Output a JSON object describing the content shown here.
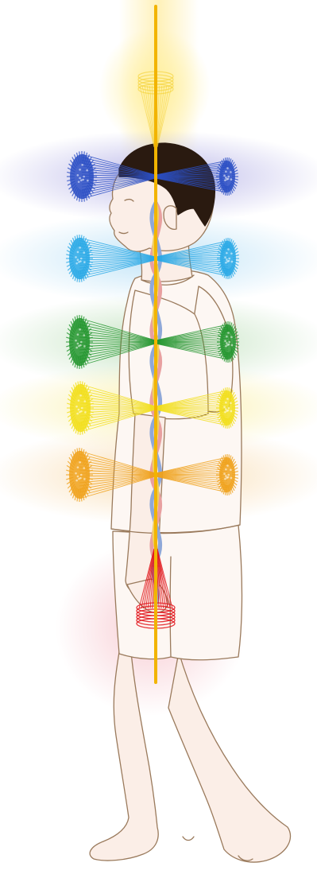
{
  "diagram": {
    "colors": {
      "background": "#ffffff",
      "outline": "#9a7a5c",
      "skin": "#fbeee7",
      "hair": "#2a1a10",
      "central_channel": "#f2b400",
      "channel_strands": [
        "#e8a0a0",
        "#8fa8d8",
        "#f0d060"
      ]
    },
    "energy_centers": [
      {
        "name": "crown",
        "color": "#f5d23a",
        "glow": "#fff3b0"
      },
      {
        "name": "third-eye",
        "color": "#2b4fc4",
        "glow": "#c9c6ec"
      },
      {
        "name": "throat",
        "color": "#2aa9e6",
        "glow": "#c7e7f8"
      },
      {
        "name": "heart",
        "color": "#24962f",
        "glow": "#c9e6c6"
      },
      {
        "name": "solar-plexus",
        "color": "#f2df1c",
        "glow": "#fbf3b5"
      },
      {
        "name": "sacral",
        "color": "#f0a21c",
        "glow": "#fbe2bd"
      },
      {
        "name": "root",
        "color": "#e2161c",
        "glow": "#f8d0d4"
      }
    ]
  }
}
